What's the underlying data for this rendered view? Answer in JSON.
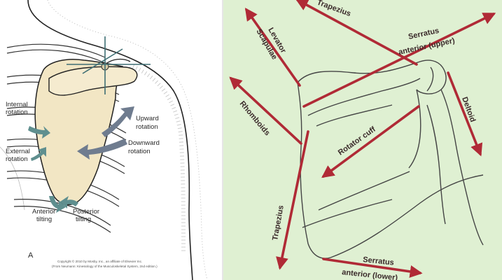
{
  "left_panel": {
    "panel_letter": "A",
    "labels": {
      "internal_rotation": [
        "Internal",
        "rotation"
      ],
      "external_rotation": [
        "External",
        "rotation"
      ],
      "upward_rotation": [
        "Upward",
        "rotation"
      ],
      "downward_rotation": [
        "Downward",
        "rotation"
      ],
      "anterior_tilting": [
        "Anterior",
        "tilting"
      ],
      "posterior_tilting": [
        "Posterior",
        "tilting"
      ]
    },
    "copyright": [
      "Copyright © 2010 by Mosby, Inc., an affiliate of Elsevier Inc.",
      "(From Neumann: Kinesiology of the Musculoskeletal System, 2nd edition.)"
    ],
    "colors": {
      "bone": "#f2e6c4",
      "arrow": "#6f7c8f",
      "arrow_teal": "#5f8f8f",
      "crosshair": "#3f6f74"
    }
  },
  "right_panel": {
    "background": "#dff0d2",
    "arrow_color": "#b02a36",
    "labels": {
      "trapezius_upper": "Trapezius",
      "levator_scapulae": [
        "Levator",
        "Scapulae"
      ],
      "serratus_upper": [
        "Serratus",
        "anterior (upper)"
      ],
      "rhomboids": "Rhomboids",
      "deltoid": "Deltoid",
      "rotator_cuff": "Rotator cuff",
      "trapezius_lower": "Trapezius",
      "serratus_lower": [
        "Serratus",
        "anterior (lower)"
      ]
    }
  }
}
